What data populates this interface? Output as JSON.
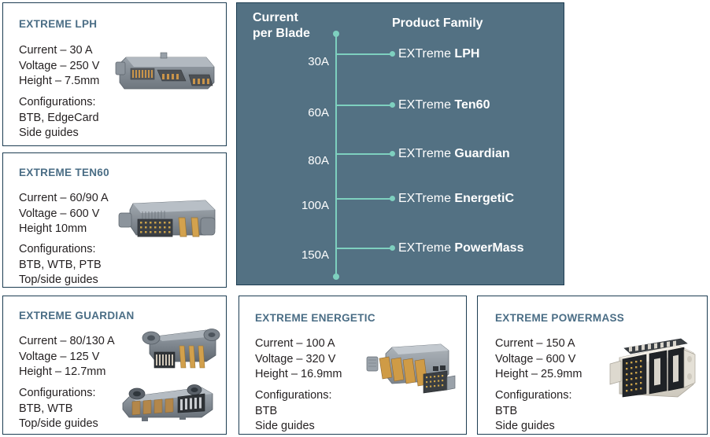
{
  "colors": {
    "panel_bg": "#537183",
    "accent_teal": "#7ed0bf",
    "card_border": "#1d3d52",
    "heading": "#4a6d85",
    "body_text": "#231f20",
    "white": "#ffffff"
  },
  "diagram": {
    "axis_title": "Current\nper Blade",
    "axis_title_line1": "Current",
    "axis_title_line2": "per Blade",
    "column_title": "Product Family",
    "rows": [
      {
        "tick": "30A",
        "current_amps": 30,
        "prefix": "EXTreme ",
        "family": "LPH"
      },
      {
        "tick": "60A",
        "current_amps": 60,
        "prefix": "EXTreme ",
        "family": "Ten60"
      },
      {
        "tick": "80A",
        "current_amps": 80,
        "prefix": "EXTreme ",
        "family": "Guardian"
      },
      {
        "tick": "100A",
        "current_amps": 100,
        "prefix": "EXTreme ",
        "family": "EnergetiC"
      },
      {
        "tick": "150A",
        "current_amps": 150,
        "prefix": "EXTreme ",
        "family": "PowerMass"
      }
    ]
  },
  "cards": [
    {
      "id": "lph",
      "title": "EXTREME LPH",
      "specs": [
        "Current – 30 A",
        "Voltage – 250 V",
        "Height – 7.5mm"
      ],
      "config_heading": "Configurations:",
      "config_lines": [
        "BTB, EdgeCard",
        "Side guides"
      ],
      "photo_alt": "extreme-lph-connector"
    },
    {
      "id": "ten60",
      "title": "EXTREME TEN60",
      "specs": [
        "Current – 60/90 A",
        "Voltage – 600 V",
        "Height 10mm"
      ],
      "config_heading": "Configurations:",
      "config_lines": [
        "BTB, WTB, PTB",
        "Top/side guides"
      ],
      "photo_alt": "extreme-ten60-connector"
    },
    {
      "id": "guardian",
      "title": "EXTREME GUARDIAN",
      "specs": [
        "Current – 80/130 A",
        "Voltage – 125 V",
        "Height – 12.7mm"
      ],
      "config_heading": "Configurations:",
      "config_lines": [
        "BTB, WTB",
        "Top/side guides"
      ],
      "photo_alt": "extreme-guardian-connector"
    },
    {
      "id": "energetic",
      "title": "EXTREME ENERGETIC",
      "specs": [
        "Current – 100 A",
        "Voltage – 320 V",
        "Height – 16.9mm"
      ],
      "config_heading": "Configurations:",
      "config_lines": [
        "BTB",
        "Side guides"
      ],
      "photo_alt": "extreme-energetic-connector"
    },
    {
      "id": "powermass",
      "title": "EXTREME POWERMASS",
      "specs": [
        "Current – 150 A",
        "Voltage – 600 V",
        "Height – 25.9mm"
      ],
      "config_heading": "Configurations:",
      "config_lines": [
        "BTB",
        "Side guides"
      ],
      "photo_alt": "extreme-powermass-connector"
    }
  ]
}
